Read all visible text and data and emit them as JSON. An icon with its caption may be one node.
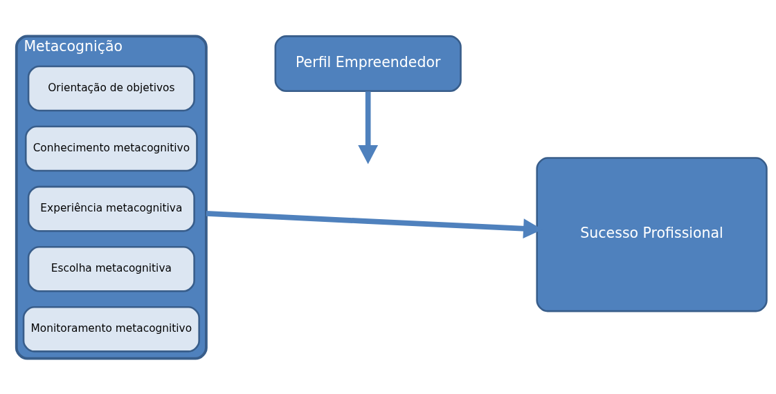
{
  "diagram": {
    "nodes": [
      {
        "text": [
          "Metacognição"
        ]
      },
      {
        "text": [
          "Orientação de objetivos"
        ],
        "in": 0
      },
      {
        "text": [
          "Conhecimento metacognitivo"
        ],
        "in": 0
      },
      {
        "text": [
          "Experiência metacognitiva"
        ],
        "in": 0
      },
      {
        "text": [
          "Escolha metacognitiva"
        ],
        "in": 0
      },
      {
        "text": [
          "Monitoramento metacognitivo"
        ],
        "in": 0
      },
      {
        "text": [
          "Perfil Empreendedor"
        ]
      },
      {
        "text": [
          "Sucesso Profissional"
        ]
      }
    ],
    "edges": [
      {
        "from": 0,
        "to": 7,
        "arrow": "to"
      },
      {
        "from": 6,
        "to": null,
        "arrow": "to"
      }
    ]
  }
}
